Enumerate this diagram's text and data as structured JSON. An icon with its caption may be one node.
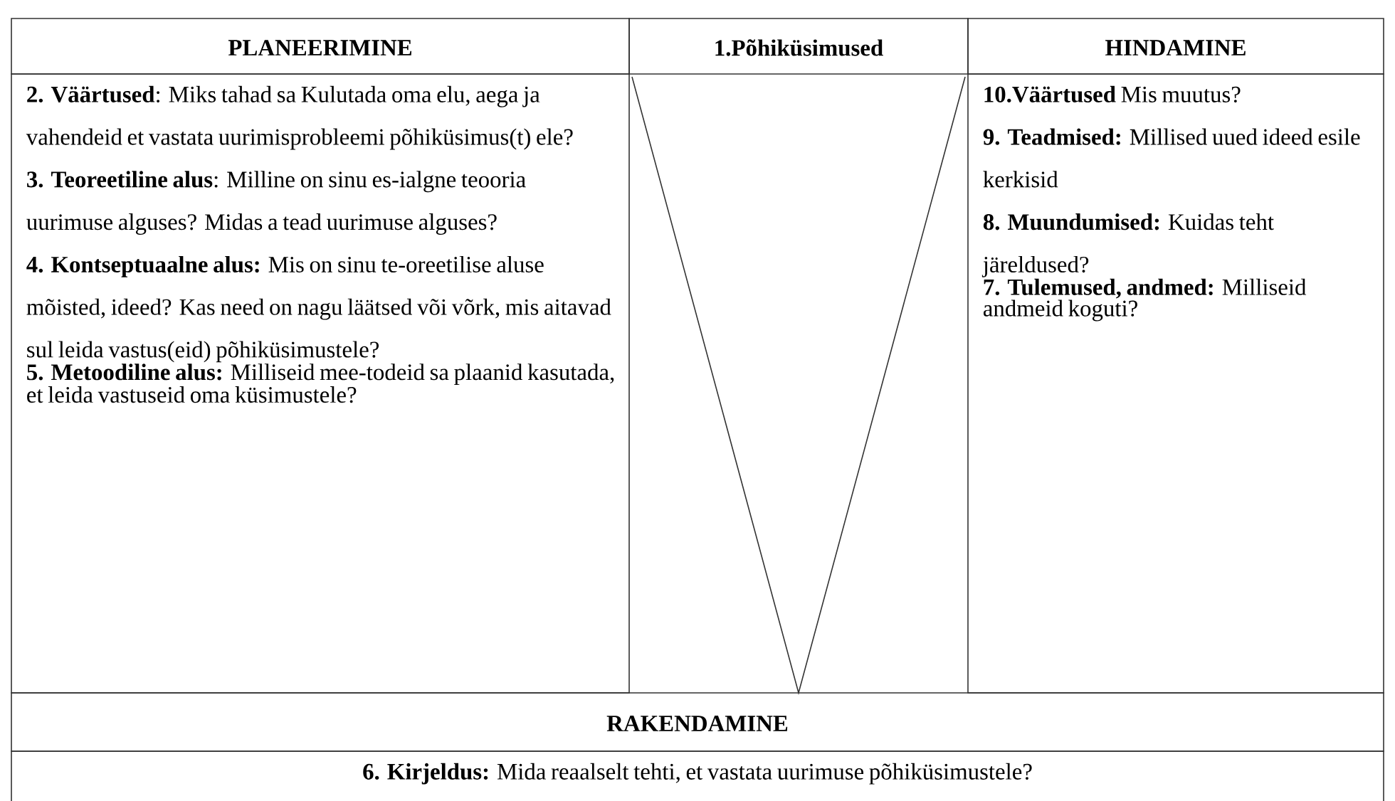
{
  "diagram": {
    "nodes": [
      {
        "text": [
          "PLANEERIMINE"
        ]
      },
      {
        "text": [
          "**2. Väärtused**: Miks tahad sa Kulutada oma elu, aega ja vahendeid et vastata uurimisprobleemi põhiküsimus(t) ele?",
          "**3. Teoreetiline alus**: Milline on sinu es-ialgne teooria uurimuse alguses? Midas a tead uurimuse alguses?",
          "**4. Kontseptuaalne alus:** Mis on sinu te-oreetilise aluse mõisted, ideed? Kas need on nagu läätsed või võrk, mis aitavad sul leida vastus(eid) põhiküsimustele?",
          "**5. Metoodiline alus:** Milliseid mee-todeid sa plaanid kasutada, et leida vastuseid oma küsimustele?"
        ]
      },
      {
        "text": [
          "1.Põhiküsimused"
        ]
      },
      {
        "text": [
          "HINDAMINE"
        ]
      },
      {
        "text": [
          "**10.Väärtused** Mis muutus?",
          "**9. Teadmised:** Millised uued ideed esile kerkisid",
          "**8. Muundumised:** Kuidas teht järeldused?",
          "**7. Tulemused, andmed:** Milliseid andmeid koguti?"
        ]
      },
      {
        "text": [
          "RAKENDAMINE"
        ]
      },
      {
        "text": [
          "**6. Kirjeldus:** Mida reaalselt tehti, et vastata uurimuse põhiküsimustele?"
        ]
      }
    ]
  }
}
